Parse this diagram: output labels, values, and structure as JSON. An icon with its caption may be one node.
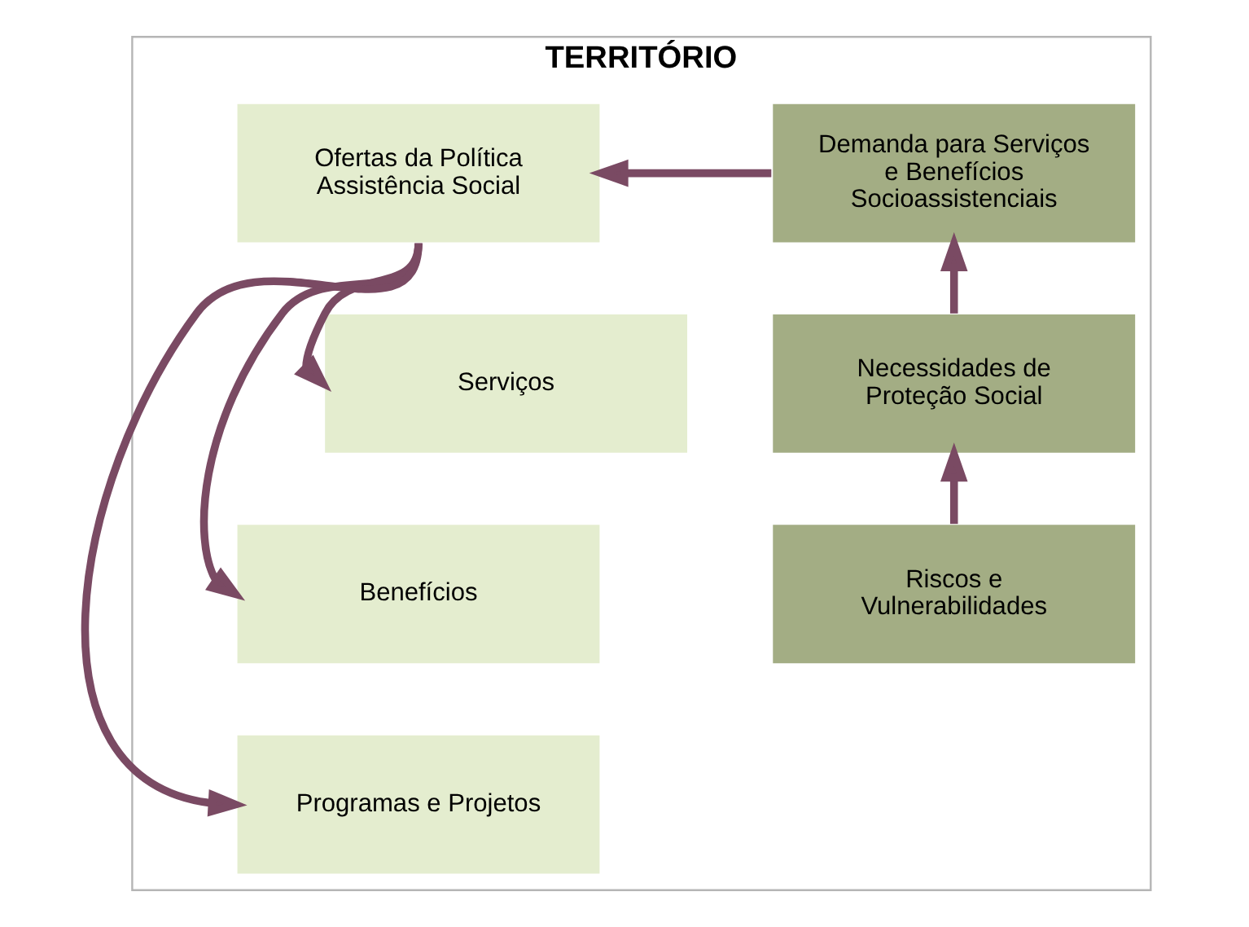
{
  "diagram": {
    "nodes": [
      {
        "text": [
          "TERRITÓRIO"
        ]
      },
      {
        "text": [
          "Demanda para Serviços e Benefícios Socioassistenciais"
        ],
        "in": 0
      },
      {
        "text": [
          "Necessidades de Proteção Social"
        ],
        "in": 0
      },
      {
        "text": [
          "Riscos e Vulnerabilidades"
        ],
        "in": 0
      },
      {
        "text": [
          "Ofertas da Política Assistência Social"
        ],
        "in": 0
      },
      {
        "text": [
          "Serviços"
        ],
        "in": 0
      },
      {
        "text": [
          "Benefícios"
        ],
        "in": 0
      },
      {
        "text": [
          "Programas e Projetos"
        ],
        "in": 0
      }
    ],
    "edges": [
      {
        "from": 3,
        "to": 2,
        "arrow": "to"
      },
      {
        "from": 2,
        "to": 1,
        "arrow": "to"
      },
      {
        "from": 1,
        "to": 4,
        "arrow": "to"
      },
      {
        "from": 4,
        "to": 5,
        "arrow": "to"
      },
      {
        "from": 4,
        "to": 6,
        "arrow": "to"
      },
      {
        "from": 4,
        "to": 7,
        "arrow": "to"
      }
    ]
  }
}
